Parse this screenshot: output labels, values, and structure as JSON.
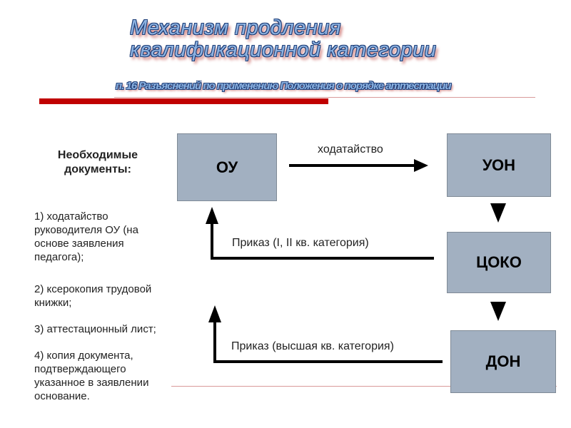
{
  "title": {
    "line1": "Механизм продления",
    "line2": "квалификационной категории"
  },
  "subtitle": "п. 16 Разъяснений по применению Положения о порядке аттестации",
  "documents": {
    "heading": "Необходимые документы:",
    "items": [
      "1) ходатайство руководителя ОУ (на основе заявления педагога);",
      "2) ксерокопия трудовой книжки;",
      "3) аттестационный лист;",
      "4) копия документа, подтверждающего указанное в заявлении основание."
    ]
  },
  "nodes": {
    "ou": "ОУ",
    "uon": "УОН",
    "coko": "ЦОКО",
    "don": "ДОН"
  },
  "edges": {
    "petition": "ходатайство",
    "order_1_2": "Приказ (I, II кв. категория)",
    "order_high": "Приказ (высшая кв. категория)"
  },
  "colors": {
    "accent": "#c00000",
    "box": "#a2b0c1"
  }
}
